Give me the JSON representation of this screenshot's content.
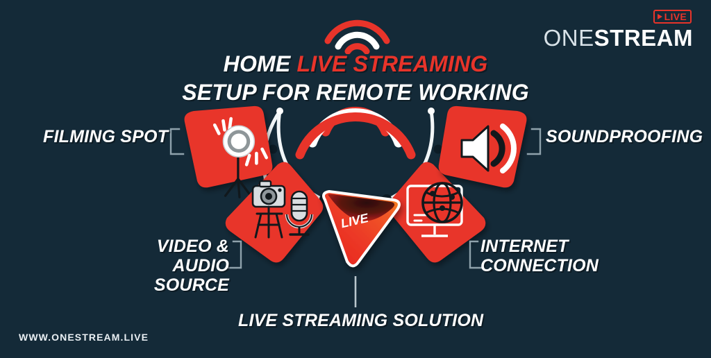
{
  "brand": {
    "logo_one": "ONE",
    "logo_stream": "STREAM",
    "live_badge": "LIVE",
    "center_mark_text": "LIVE",
    "footer_url": "WWW.ONESTREAM.LIVE",
    "colors": {
      "background": "#142a38",
      "accent_red": "#e8342a",
      "petal_red": "#e8342a",
      "text_white": "#ffffff",
      "connector_white": "#f2f6f8",
      "dot_black": "#0c1c26"
    }
  },
  "title": {
    "line1_plain": "HOME ",
    "line1_accent": "LIVE STREAMING",
    "line2": "SETUP FOR REMOTE WORKING"
  },
  "nodes": [
    {
      "id": "filming-spot",
      "label": "FILMING SPOT",
      "icon": "ring-light-icon",
      "position": "top-left"
    },
    {
      "id": "video-audio-source",
      "label": "VIDEO & AUDIO\nSOURCE",
      "icon": "camera-microphone-icon",
      "position": "bottom-left"
    },
    {
      "id": "live-streaming-solution",
      "label": "LIVE STREAMING SOLUTION",
      "icon": "onestream-play-mark-icon",
      "position": "center-bottom"
    },
    {
      "id": "internet-connection",
      "label": "INTERNET\nCONNECTION",
      "icon": "monitor-globe-icon",
      "position": "bottom-right"
    },
    {
      "id": "soundproofing",
      "label": "SOUNDPROOFING",
      "icon": "speaker-volume-icon",
      "position": "top-right"
    }
  ]
}
